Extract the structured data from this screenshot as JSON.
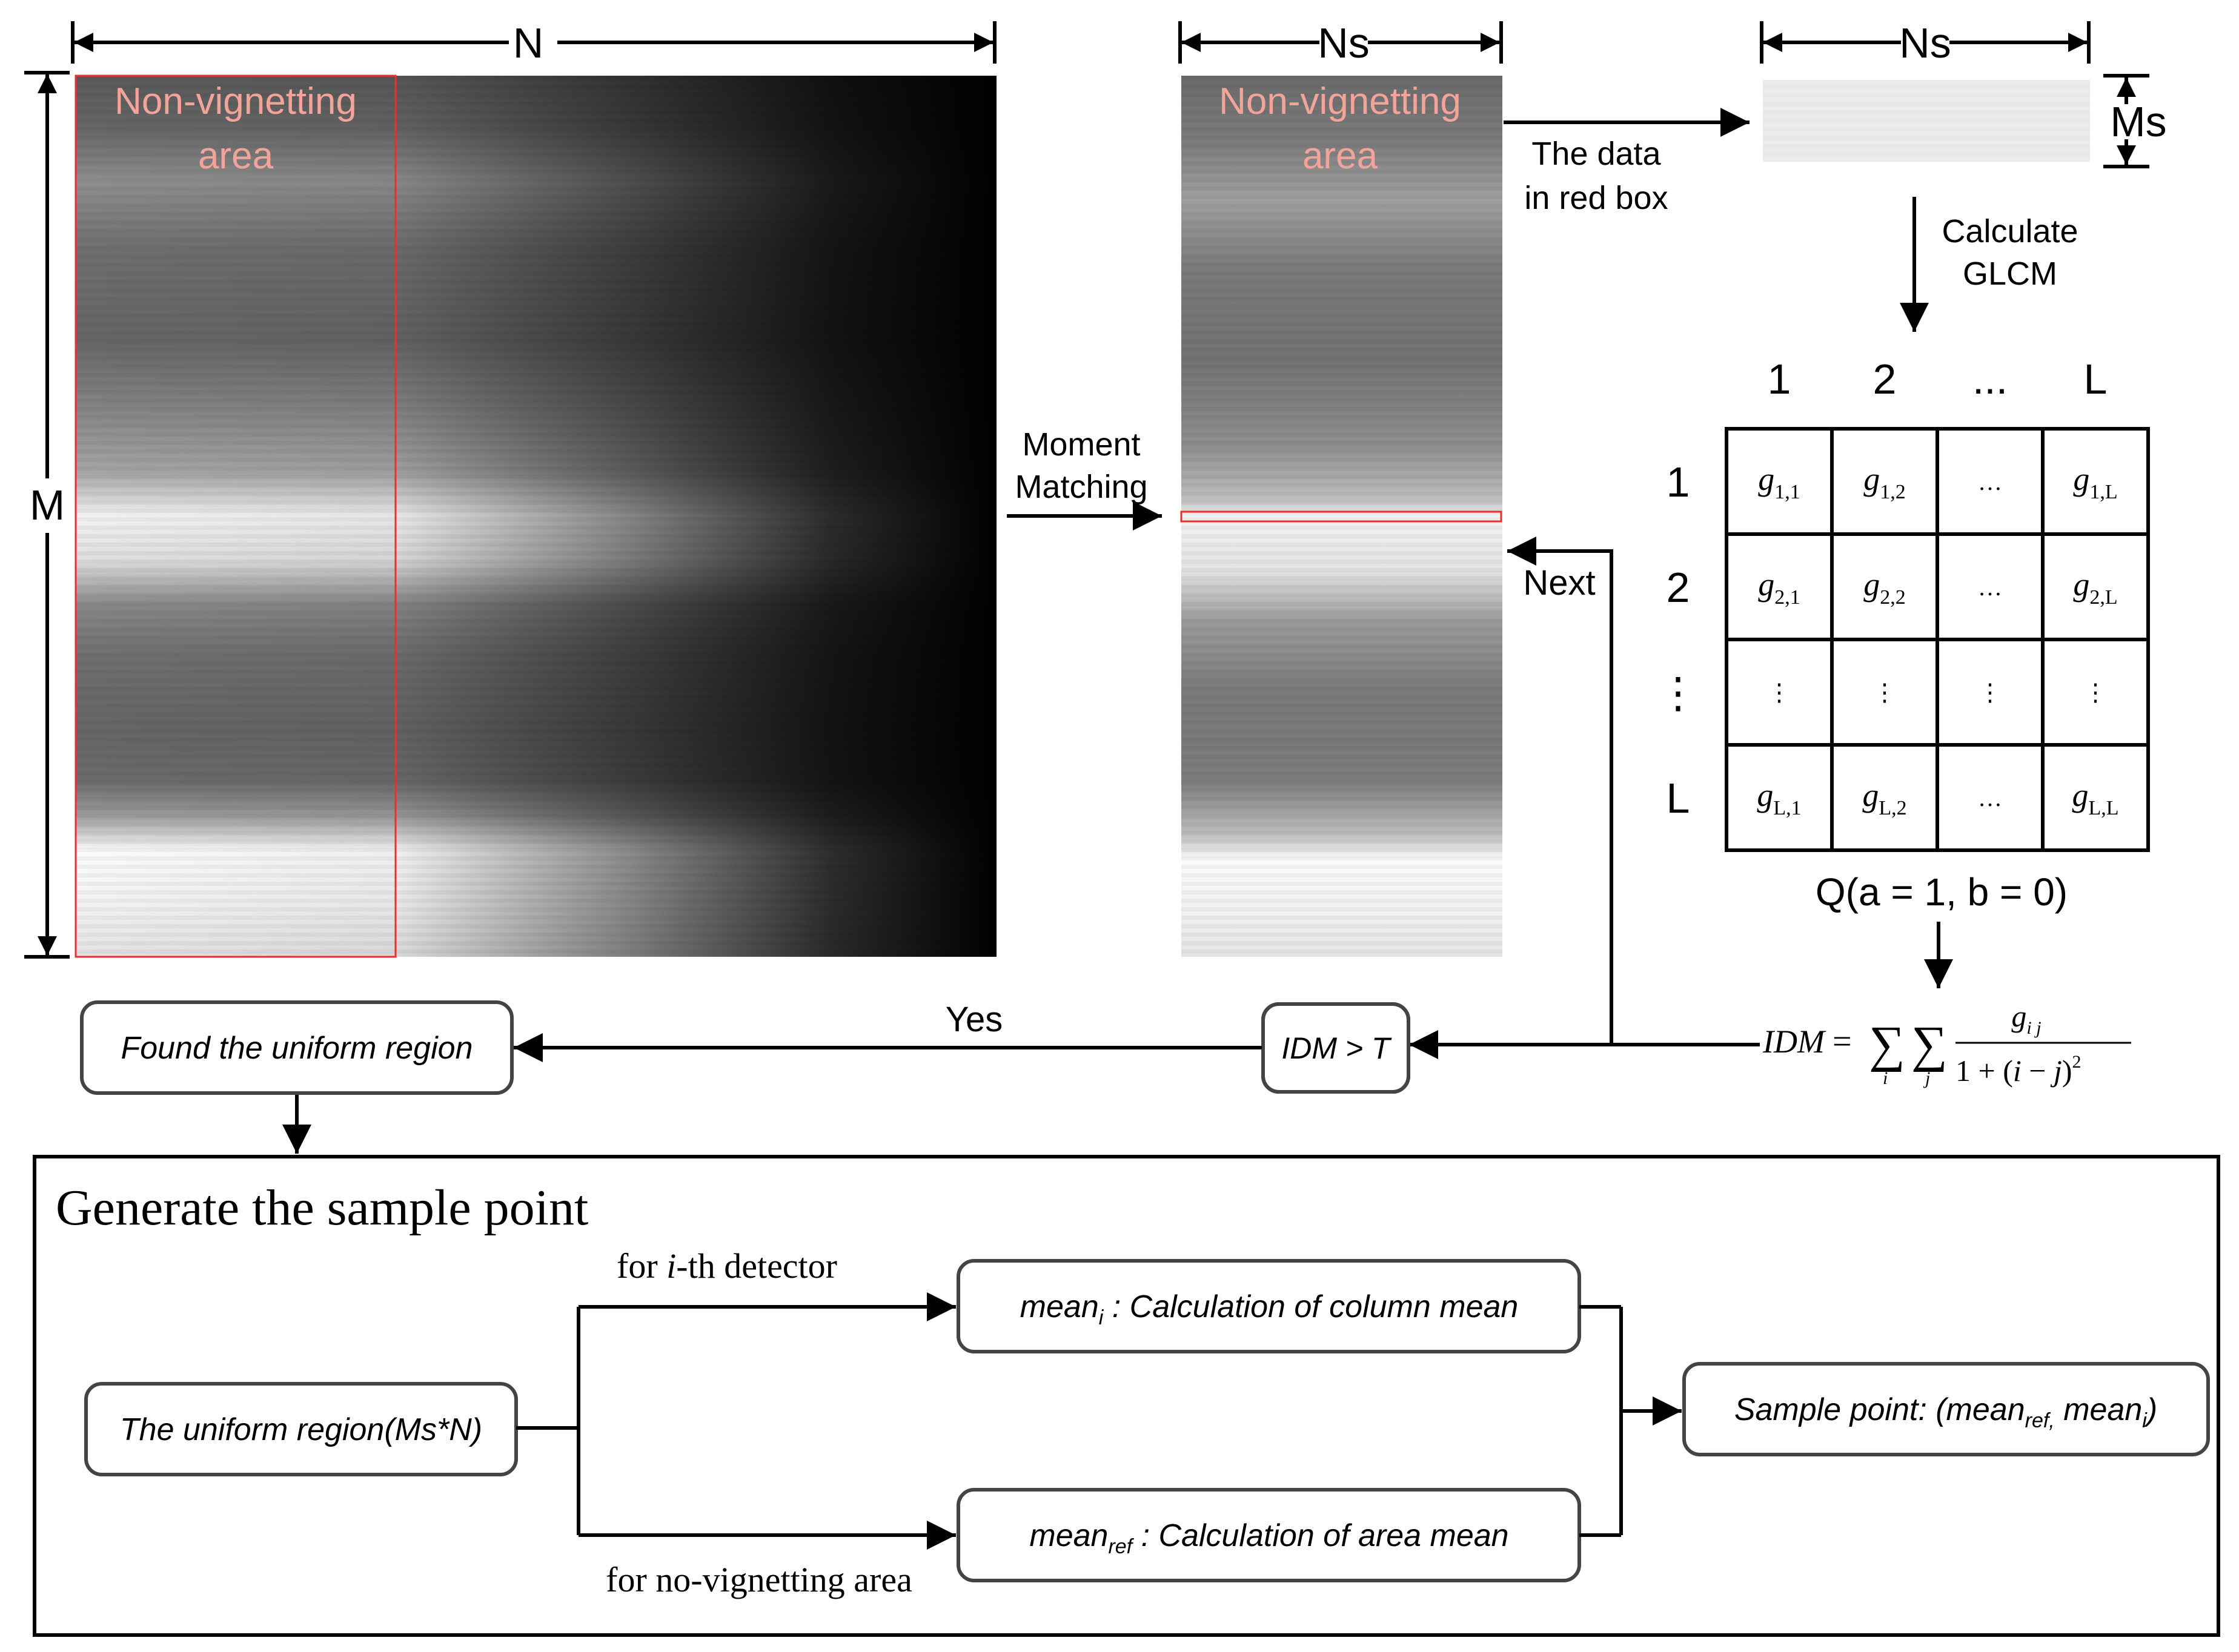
{
  "dimensions": {
    "n": "N",
    "m": "M",
    "ns": "Ns",
    "ns_small": "Ns",
    "ms": "Ms"
  },
  "left_image": {
    "region_label_line1": "Non-vignetting",
    "region_label_line2": "area"
  },
  "middle_image": {
    "region_label_line1": "Non-vignetting",
    "region_label_line2": "area"
  },
  "arrows": {
    "moment_line1": "Moment",
    "moment_line2": "Matching",
    "data_line1": "The data",
    "data_line2": "in red box",
    "glcm_line1": "Calculate",
    "glcm_line2": "GLCM",
    "next": "Next",
    "yes": "Yes"
  },
  "glcm": {
    "col_headers": [
      "1",
      "2",
      "...",
      "L"
    ],
    "row_headers": [
      "1",
      "2",
      "⋮",
      "L"
    ],
    "cells": [
      [
        {
          "b": "g",
          "s": "1,1"
        },
        {
          "b": "g",
          "s": "1,2"
        },
        {
          "b": "…",
          "s": ""
        },
        {
          "b": "g",
          "s": "1,L"
        }
      ],
      [
        {
          "b": "g",
          "s": "2,1"
        },
        {
          "b": "g",
          "s": "2,2"
        },
        {
          "b": "…",
          "s": ""
        },
        {
          "b": "g",
          "s": "2,L"
        }
      ],
      [
        {
          "b": "⋮",
          "s": ""
        },
        {
          "b": "⋮",
          "s": ""
        },
        {
          "b": "⋮",
          "s": ""
        },
        {
          "b": "⋮",
          "s": ""
        }
      ],
      [
        {
          "b": "g",
          "s": "L,1"
        },
        {
          "b": "g",
          "s": "L,2"
        },
        {
          "b": "…",
          "s": ""
        },
        {
          "b": "g",
          "s": "L,L"
        }
      ]
    ],
    "caption": "Q(a = 1, b = 0)"
  },
  "formula": {
    "lhs": "IDM",
    "equals": "=",
    "sum": "∑",
    "sum_index_i": "i",
    "sum_index_j": "j",
    "numerator_base": "g",
    "numerator_sub": "i j",
    "denominator_lead": "1 + (",
    "denominator_var_i": "i",
    "denominator_minus": " − ",
    "denominator_var_j": "j",
    "denominator_close": ")",
    "denominator_exp": "2"
  },
  "flow": {
    "idm_box": "IDM > T",
    "found_box": "Found the uniform region"
  },
  "sample_section": {
    "title": "Generate the sample point",
    "uniform_box": "The uniform region(Ms*N)",
    "branch_top_label_pre": "for ",
    "branch_top_label_var": "i",
    "branch_top_label_post": "-th detector",
    "branch_bottom_label": "for no-vignetting area",
    "mean_i_base": "mean",
    "mean_i_sub": "i",
    "mean_i_text": " : Calculation of column mean",
    "mean_ref_base": "mean",
    "mean_ref_sub": "ref",
    "mean_ref_text": " : Calculation of  area mean",
    "sample_pre": "Sample point: (mean",
    "sample_sub1": "ref,",
    "sample_mid": " mean",
    "sample_sub2": "i",
    "sample_post": ")"
  },
  "colors": {
    "stroke": "#000000",
    "red_box": "#e8302f",
    "region_label": "#f2a49a"
  }
}
